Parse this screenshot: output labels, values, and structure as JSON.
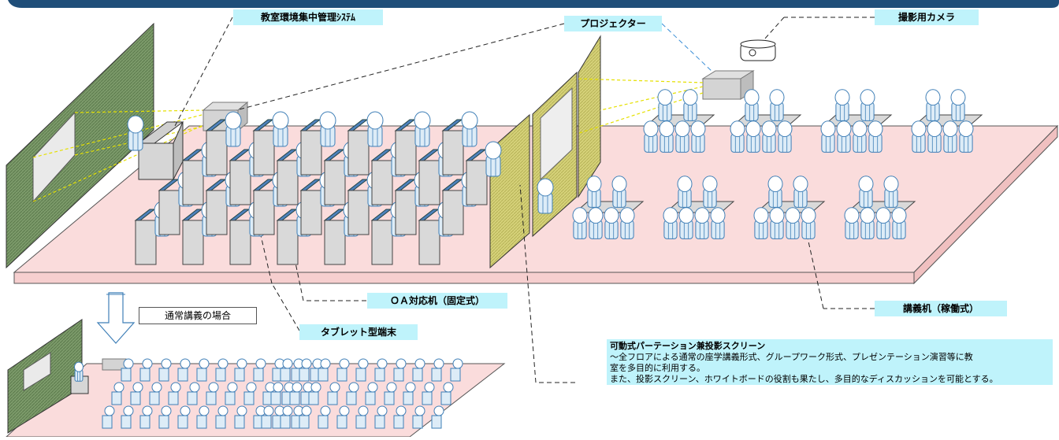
{
  "labels": {
    "management_system": "教室環境集中管理ｼｽﾃﾑ",
    "projector": "プロジェクター",
    "camera": "撮影用カメラ",
    "oa_desk": "ＯＡ対応机（固定式）",
    "tablet": "タブレット型端末",
    "lecture_desk": "講義机（稼働式）",
    "normal_lecture": "通常講義の場合"
  },
  "note": {
    "title": "可動式パーテーション兼投影スクリーン",
    "line1": "～全フロアによる通常の座学講義形式、グループワーク形式、プレゼンテーション演習等に教",
    "line2": "室を多目的に利用する。",
    "line3": "また、投影スクリーン、ホワイトボードの役割も果たし、多目的なディスカッションを可能とする。"
  },
  "colors": {
    "floor": "#fadcdc",
    "floor_edge": "#f1c4c4",
    "wall": "#6b8a5c",
    "partition": "#cfcb6a",
    "desk": "#d9d9d9",
    "person_body": "#ddecf7",
    "person_outline": "#3f7fb7",
    "monitor": "#4f81bd",
    "label_bg": "#bff3fb",
    "banner": "#1f4e79"
  }
}
